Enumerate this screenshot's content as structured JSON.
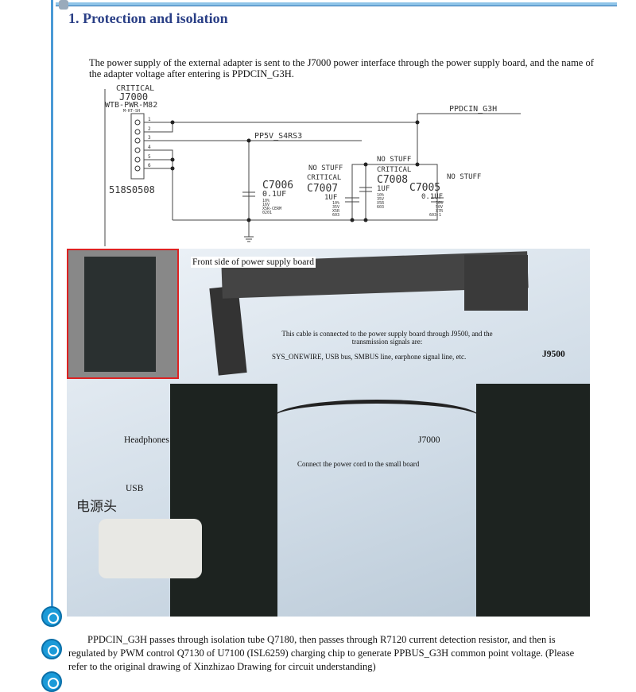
{
  "heading": "1. Protection and isolation",
  "intro": "The power supply of the external adapter is sent to the J7000 power interface through the power supply board, and the name of the adapter voltage after entering is PPDCIN_G3H.",
  "schematic": {
    "critical_top": "CRITICAL",
    "j7000": "J7000",
    "wtb": "WTB-PWR-M82",
    "mrt": "M-RT-SH",
    "pins": [
      "1",
      "2",
      "3",
      "4",
      "5",
      "6"
    ],
    "part_no": "518S0508",
    "ppdcin": "PPDCIN_G3H",
    "pp5v": "PP5V_S4RS3",
    "c7006": {
      "name": "C7006",
      "val": "0.1UF",
      "spec": [
        "10%",
        "16V",
        "X5R-CERM",
        "0201"
      ]
    },
    "c7007": {
      "name": "C7007",
      "val": "1UF",
      "nostuff": "NO STUFF",
      "critical": "CRITICAL",
      "spec": [
        "10%",
        "35V",
        "X5R",
        "603"
      ]
    },
    "c7008": {
      "name": "C7008",
      "val": "1UF",
      "nostuff": "NO STUFF",
      "critical": "CRITICAL",
      "spec": [
        "10%",
        "35V",
        "X5R",
        "603"
      ]
    },
    "c7005": {
      "name": "C7005",
      "val": "0.1UF",
      "nostuff": "NO STUFF",
      "spec": [
        "10%",
        "50V",
        "X7R",
        "603-1"
      ]
    }
  },
  "photo": {
    "front_side": "Front side of power supply board",
    "cable_note": "This cable is connected to the power supply board through J9500, and the transmission signals are:",
    "signals": "SYS_ONEWIRE, USB bus, SMBUS line, earphone signal line, etc.",
    "j9500": "J9500",
    "j7000": "J7000",
    "headphones": "Headphones",
    "usb": "USB",
    "power_head": "电源头",
    "connect_note": "Connect the power cord to the small board"
  },
  "bottom_text": "PPDCIN_G3H passes through isolation tube Q7180, then passes through R7120 current detection resistor, and then is regulated by PWM control Q7130 of U7100 (ISL6259) charging chip to generate PPBUS_G3H common point voltage. (Please refer to the original drawing of Xinzhizao Drawing for circuit understanding)"
}
